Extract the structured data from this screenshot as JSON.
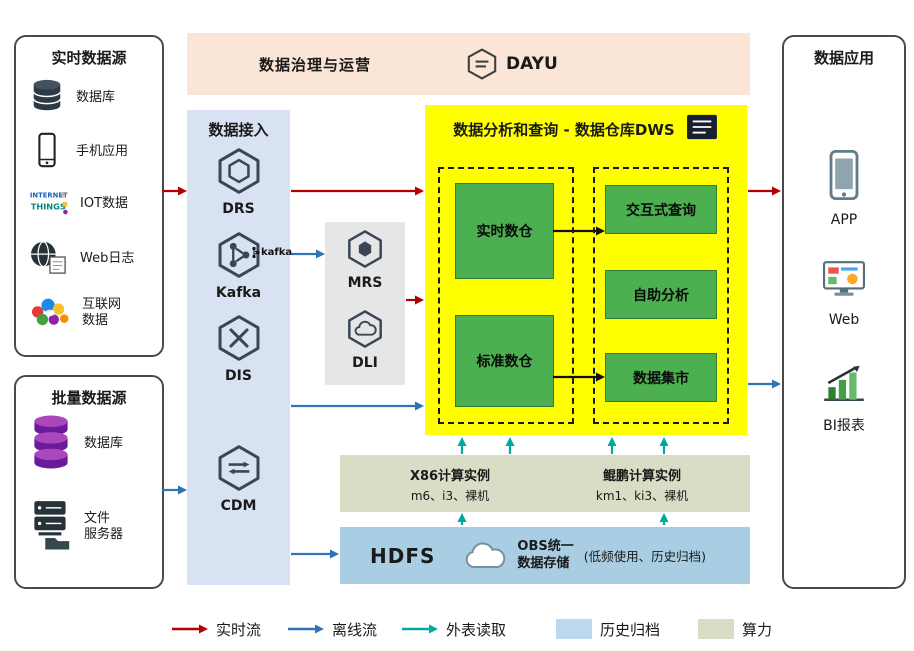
{
  "colors": {
    "realtime": "#b30000",
    "offline": "#2e75b6",
    "external": "#00a99d",
    "archive": "#bdd7ee",
    "compute": "#d9ddc5",
    "governance": "#fbe5d6",
    "ingest": "#d9e2f3",
    "graybox": "#e7e6e6",
    "dws": "#ffff00",
    "green": "#4caf50",
    "green_border": "#2f7d32",
    "hdfs": "#a9cde3",
    "icon": "#3a4656"
  },
  "sources_realtime": {
    "title": "实时数据源",
    "items": [
      {
        "label": "数据库",
        "icon": "database"
      },
      {
        "label": "手机应用",
        "icon": "mobile"
      },
      {
        "label": "IOT数据",
        "icon": "iot"
      },
      {
        "label": "Web日志",
        "icon": "web-log"
      },
      {
        "label": "互联网\n数据",
        "icon": "internet-data"
      }
    ]
  },
  "sources_batch": {
    "title": "批量数据源",
    "items": [
      {
        "label": "数据库",
        "icon": "database-purple"
      },
      {
        "label": "文件\n服务器",
        "icon": "file-server"
      }
    ]
  },
  "governance": {
    "title": "数据治理与运营",
    "product": "DAYU"
  },
  "ingest": {
    "title": "数据接入",
    "services": [
      "DRS",
      "Kafka",
      "DIS",
      "CDM"
    ],
    "kafka_mark": "kafka"
  },
  "processing": {
    "services": [
      "MRS",
      "DLI"
    ]
  },
  "dws": {
    "title": "数据分析和查询 - 数据仓库DWS",
    "left_boxes": [
      "实时数仓",
      "标准数仓"
    ],
    "right_boxes": [
      "交互式查询",
      "自助分析",
      "数据集市"
    ]
  },
  "compute": {
    "x86": {
      "title": "X86计算实例",
      "subtitle": "m6、i3、裸机"
    },
    "kunpeng": {
      "title": "鲲鹏计算实例",
      "subtitle": "km1、ki3、裸机"
    }
  },
  "storage": {
    "hdfs": "HDFS",
    "obs": "OBS统一\n数据存储",
    "note": "(低频使用、历史归档)"
  },
  "applications": {
    "title": "数据应用",
    "items": [
      {
        "label": "APP",
        "icon": "app"
      },
      {
        "label": "Web",
        "icon": "web"
      },
      {
        "label": "BI报表",
        "icon": "bi-report"
      }
    ]
  },
  "legend": [
    {
      "label": "实时流",
      "type": "arrow",
      "color": "#b30000"
    },
    {
      "label": "离线流",
      "type": "arrow",
      "color": "#2e75b6"
    },
    {
      "label": "外表读取",
      "type": "arrow",
      "color": "#00a99d"
    },
    {
      "label": "历史归档",
      "type": "swatch",
      "color": "#bdd7ee"
    },
    {
      "label": "算力",
      "type": "swatch",
      "color": "#d9ddc5"
    }
  ]
}
